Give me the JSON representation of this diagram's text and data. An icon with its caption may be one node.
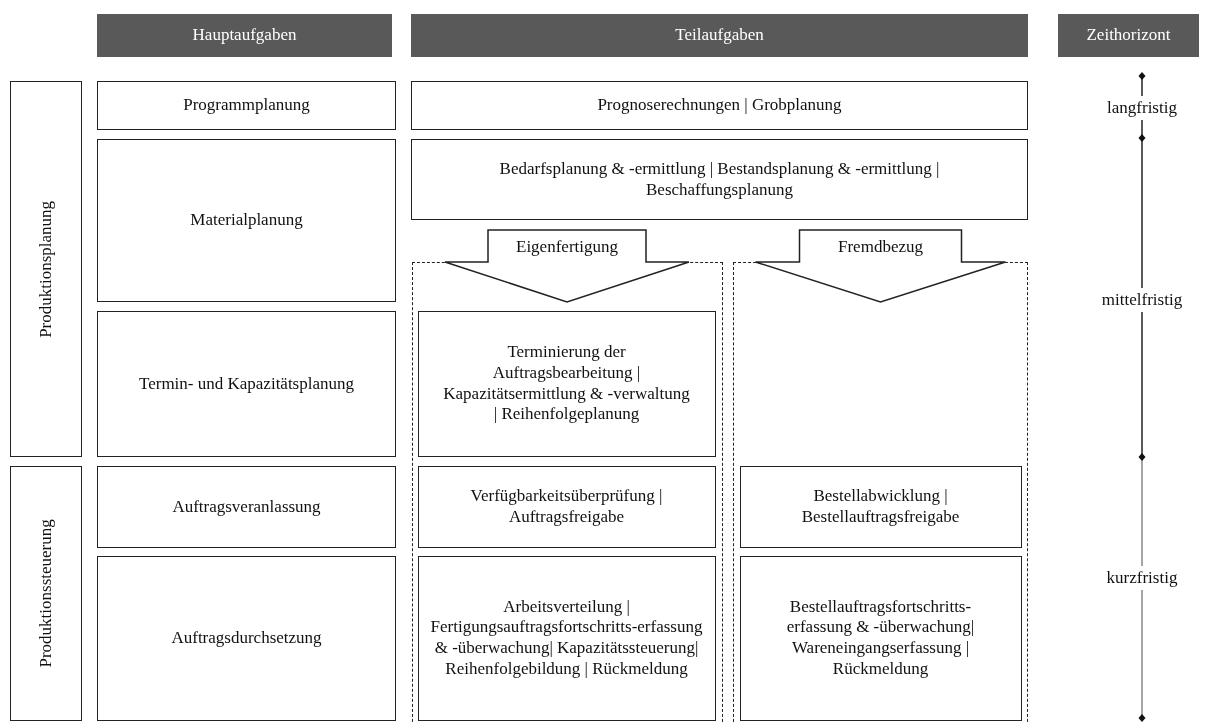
{
  "diagram": {
    "nodes": [
      {
        "text": [
          "Hauptaufgaben"
        ]
      },
      {
        "text": [
          "Teilaufgaben"
        ]
      },
      {
        "text": [
          "Zeithorizont"
        ]
      },
      {
        "text": [
          "Produktionsplanung"
        ]
      },
      {
        "text": [
          "Programmplanung"
        ]
      },
      {
        "text": [
          "Prognoserechnungen | Grobplanung"
        ]
      },
      {
        "text": [
          "Materialplanung"
        ]
      },
      {
        "text": [
          "Bedarfsplanung & -ermittlung | Bestandsplanung & -ermittlung | Beschaffungsplanung"
        ]
      },
      {
        "text": [],
        "shape": "box"
      },
      {
        "text": [],
        "shape": "box"
      },
      {
        "text": [
          "Termin- und Kapazitätsplanung"
        ]
      },
      {
        "text": [
          "Terminierung der Auftragsbearbeitung | Kapazitätsermittlung & -verwaltung | Reihenfolgeplanung"
        ],
        "in": 8
      },
      {
        "text": [
          "Produktionssteuerung"
        ]
      },
      {
        "text": [
          "Auftragsveranlassung"
        ]
      },
      {
        "text": [
          "Verfügbarkeitsüberprüfung | Auftragsfreigabe"
        ],
        "in": 8
      },
      {
        "text": [
          "Bestellabwicklung | Bestellauftragsfreigabe"
        ],
        "in": 9
      },
      {
        "text": [
          "Auftragsdurchsetzung"
        ]
      },
      {
        "text": [
          "Arbeitsverteilung | Fertigungsauftragsfortschritts-erfassung & -überwachung| Kapazitätssteuerung| Reihenfolgebildung | Rückmeldung"
        ],
        "in": 8
      },
      {
        "text": [
          "Bestellauftragsfortschritts-erfassung & -überwachung| Wareneingangserfassung | Rückmeldung"
        ],
        "in": 9
      }
    ],
    "edges": [
      {
        "from": 7,
        "to": 11,
        "arrow": "to",
        "label": "Eigenfertigung",
        "style": "thick"
      },
      {
        "from": 7,
        "to": 9,
        "arrow": "to",
        "label": "Fremdbezug",
        "style": "thick"
      }
    ],
    "labels": [
      "langfristig",
      "mittelfristig",
      "kurzfristig"
    ]
  }
}
